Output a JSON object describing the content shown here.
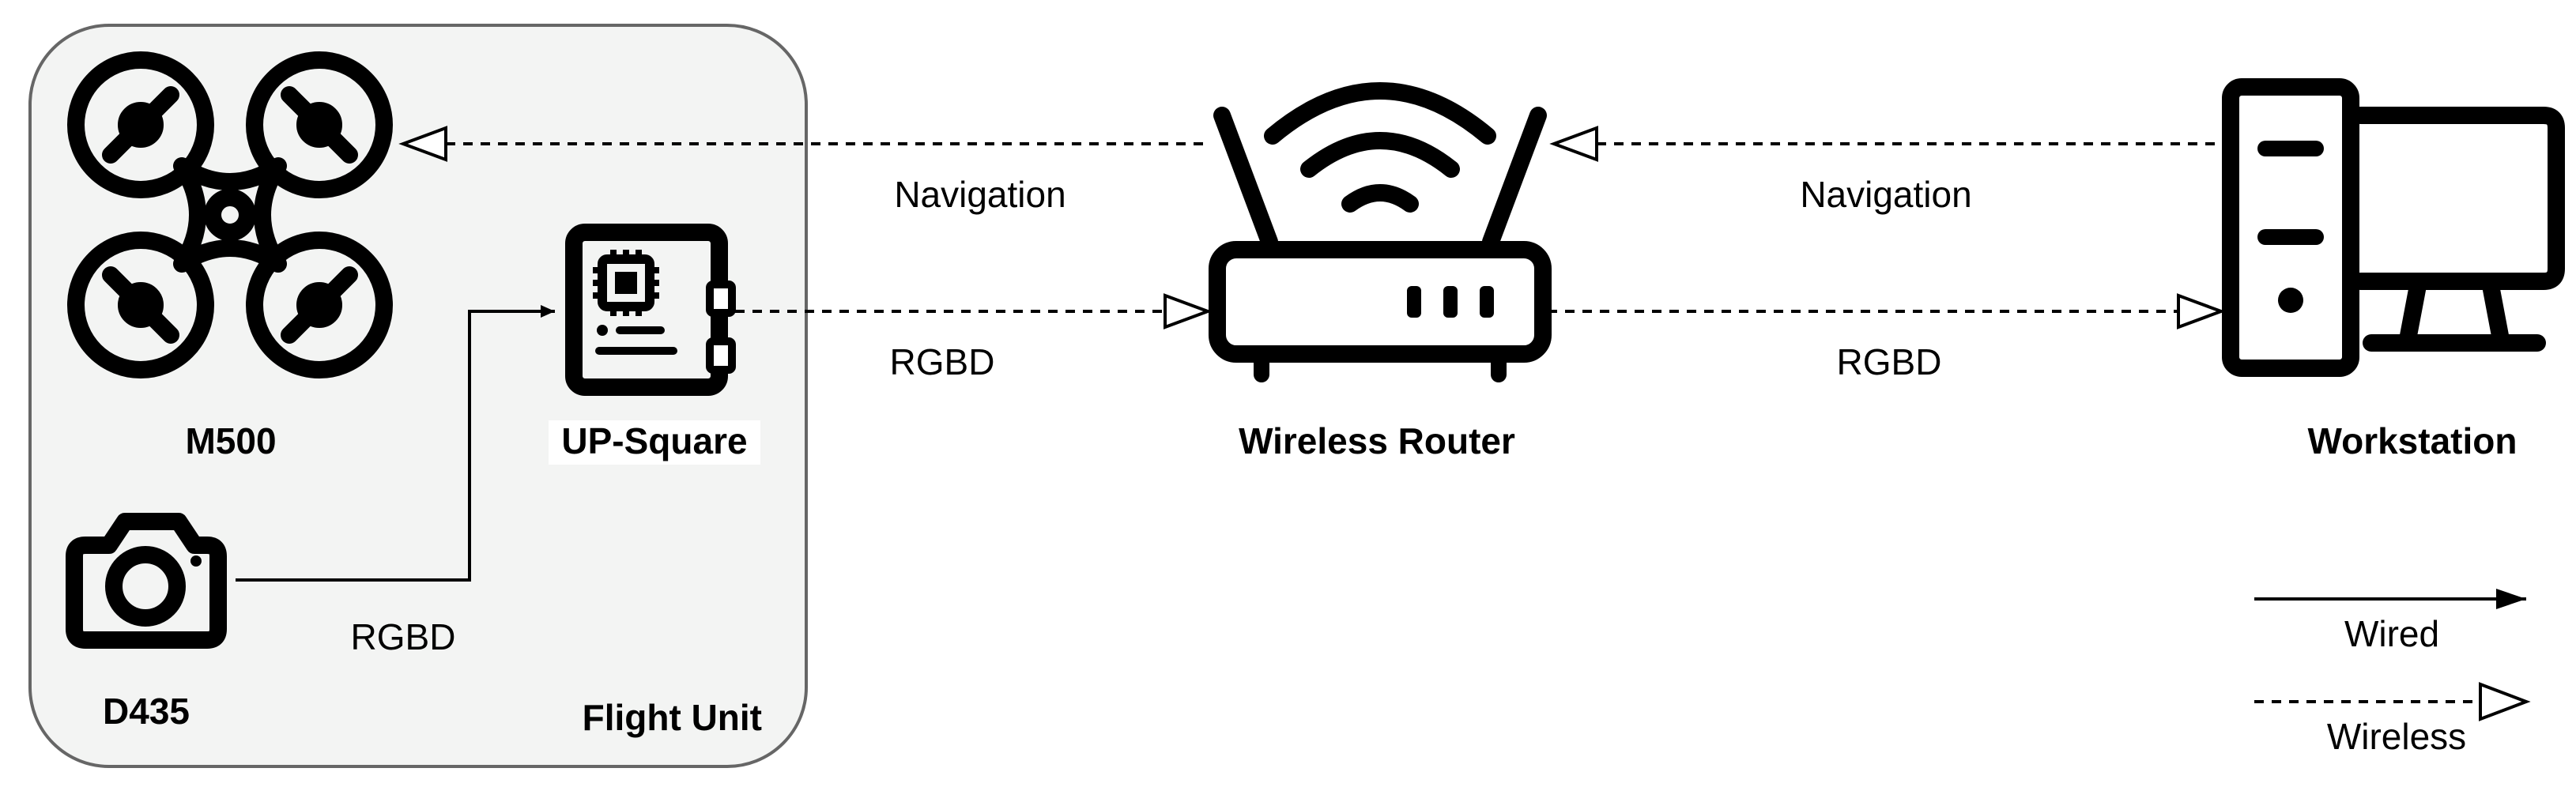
{
  "diagram": {
    "group_label": "Flight Unit",
    "nodes": {
      "m500": {
        "label": "M500",
        "icon": "drone-icon"
      },
      "d435": {
        "label": "D435",
        "icon": "camera-icon"
      },
      "upsquare": {
        "label": "UP-Square",
        "icon": "motherboard-icon"
      },
      "router": {
        "label": "Wireless Router",
        "icon": "wifi-router-icon"
      },
      "workstation": {
        "label": "Workstation",
        "icon": "desktop-computer-icon"
      }
    },
    "edges": {
      "camera_to_board": {
        "label": "RGBD",
        "style": "wired"
      },
      "board_to_router": {
        "label": "RGBD",
        "style": "wireless"
      },
      "router_to_workstation": {
        "label": "RGBD",
        "style": "wireless"
      },
      "router_to_drone": {
        "label": "Navigation",
        "style": "wireless"
      },
      "workstation_to_router": {
        "label": "Navigation",
        "style": "wireless"
      }
    },
    "legend": {
      "wired": "Wired",
      "wireless": "Wireless"
    },
    "colors": {
      "group_fill": "#f3f4f3",
      "group_stroke": "#666666",
      "ink": "#000000"
    }
  }
}
